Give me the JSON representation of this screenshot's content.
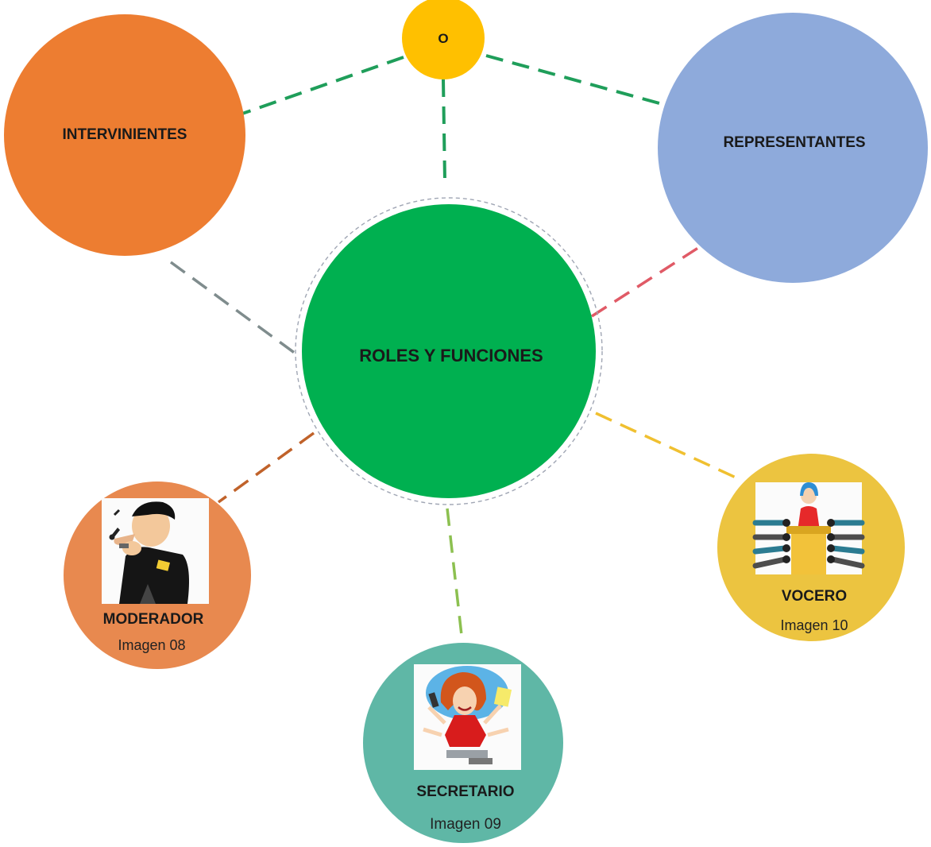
{
  "center": {
    "label": "ROLES Y FUNCIONES",
    "color": "#00b050"
  },
  "nodes": {
    "o": {
      "label": "O",
      "color": "#ffc000"
    },
    "intervinientes": {
      "label": "INTERVINIENTES",
      "color": "#ed7d31"
    },
    "representantes": {
      "label": "REPRESENTANTES",
      "color": "#8eaadb"
    },
    "moderador": {
      "label": "MODERADOR",
      "caption": "Imagen 08",
      "color": "#e8894f"
    },
    "secretario": {
      "label": "SECRETARIO",
      "caption": "Imagen 09",
      "color": "#5fb7a6"
    },
    "vocero": {
      "label": "VOCERO",
      "caption": "Imagen 10",
      "color": "#ecc440"
    }
  },
  "connector_colors": {
    "o": "#1f9e5a",
    "intervinientes": "#1f9e5a",
    "representantes": "#1f9e5a",
    "center_o": "#1f9e5a",
    "center_intervinientes": "#7f8c8d",
    "center_representantes": "#e05a66",
    "center_moderador": "#c0622a",
    "center_secretario": "#8cc050",
    "center_vocero": "#f0c030"
  },
  "icons": {
    "moderador": "moderator-whistle-illustration",
    "secretario": "multitasking-secretary-illustration",
    "vocero": "spokesperson-podium-illustration"
  }
}
